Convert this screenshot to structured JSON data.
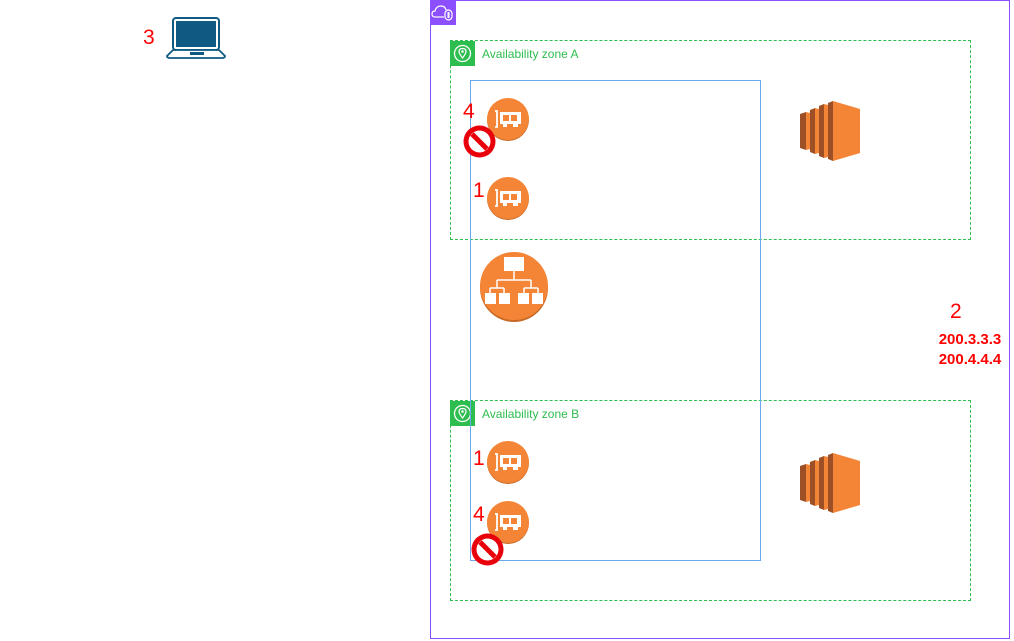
{
  "diagram": {
    "client": {
      "label_number": "3",
      "icon": "laptop-icon"
    },
    "vpc": {
      "icon": "vpc-cloud-lock-icon",
      "color": "#8c4fff"
    },
    "availability_zones": [
      {
        "label": "Availability zone A",
        "icon": "location-pin-icon",
        "color": "#2ebd4f"
      },
      {
        "label": "Availability zone B",
        "icon": "location-pin-icon",
        "color": "#2ebd4f"
      }
    ],
    "subnet": {
      "color": "#6ba7ee"
    },
    "enis": [
      {
        "zone": "A",
        "label_number": "4",
        "blocked": true
      },
      {
        "zone": "A",
        "label_number": "1",
        "blocked": false
      },
      {
        "zone": "B",
        "label_number": "1",
        "blocked": false
      },
      {
        "zone": "B",
        "label_number": "4",
        "blocked": true
      }
    ],
    "load_balancer": {
      "icon": "load-balancer-icon",
      "color": "#f58536"
    },
    "instances": [
      {
        "zone": "A",
        "icon": "ec2-instance-icon"
      },
      {
        "zone": "B",
        "icon": "ec2-instance-icon"
      }
    ],
    "annotation": {
      "label_number": "2",
      "ips": [
        "200.3.3.3",
        "200.4.4.4"
      ],
      "color": "#ff0000"
    }
  }
}
